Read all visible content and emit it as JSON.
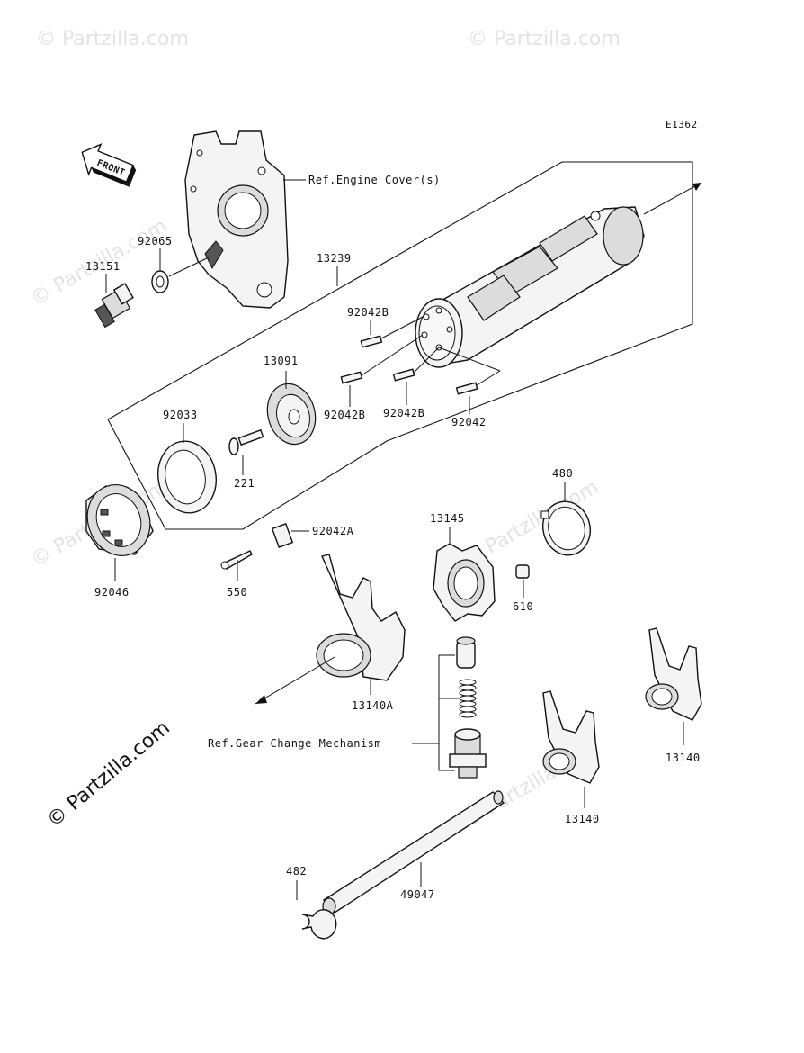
{
  "diagram_code": "E1362",
  "front_label": "FRONT",
  "watermark": "© Partzilla.com",
  "brand": "© Partzilla.com",
  "references": {
    "engine_cover": "Ref.Engine Cover(s)",
    "gear_change": "Ref.Gear Change Mechanism"
  },
  "parts": {
    "p13151": "13151",
    "p92065": "92065",
    "p13239": "13239",
    "p92042B_a": "92042B",
    "p13091": "13091",
    "p92042B_b": "92042B",
    "p92042B_c": "92042B",
    "p92042": "92042",
    "p92033": "92033",
    "p221": "221",
    "p92046": "92046",
    "p92042A": "92042A",
    "p550": "550",
    "p480": "480",
    "p13145": "13145",
    "p610": "610",
    "p13140A": "13140A",
    "p13140_a": "13140",
    "p13140_b": "13140",
    "p482": "482",
    "p49047": "49047"
  }
}
